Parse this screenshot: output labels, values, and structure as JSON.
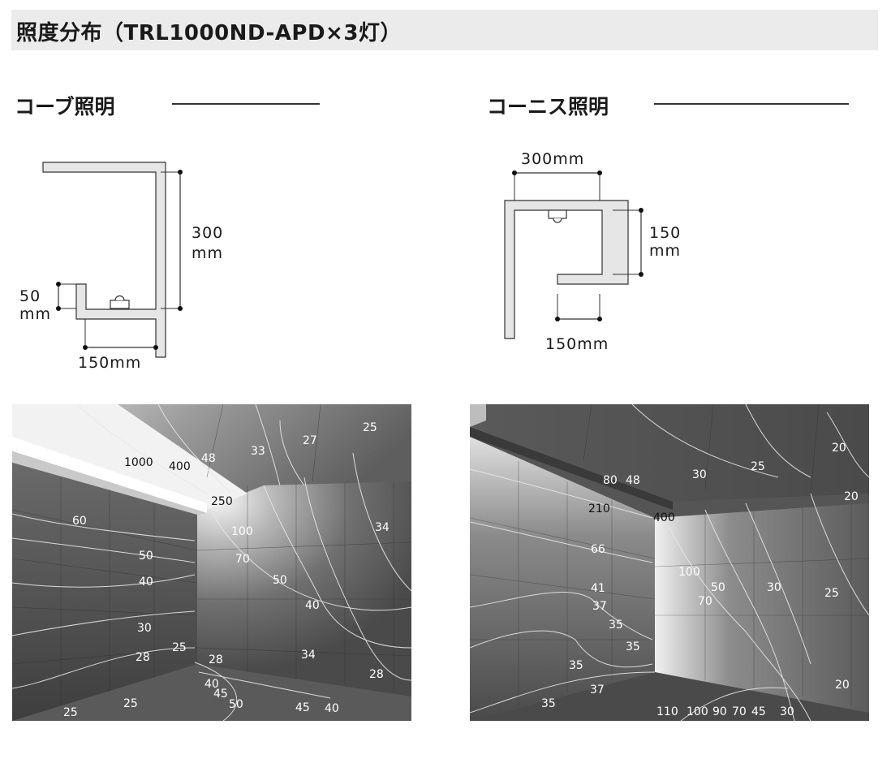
{
  "page": {
    "title": "照度分布（TRL1000ND-APD×3灯）"
  },
  "cove": {
    "heading": "コーブ照明",
    "dim_height_value": "300",
    "dim_height_unit": "mm",
    "dim_lip_value": "50",
    "dim_lip_unit": "mm",
    "dim_width": "150mm",
    "isolux_labels": {
      "l1000": "1000",
      "l400": "400",
      "l48": "48",
      "l33": "33",
      "l27": "27",
      "l25a": "25",
      "l250": "250",
      "l60": "60",
      "l100": "100",
      "l34a": "34",
      "l50a": "50",
      "l70": "70",
      "l40a": "40",
      "l50b": "50",
      "l40b": "40",
      "l30": "30",
      "l28a": "28",
      "l25b": "25",
      "l28b": "28",
      "l34b": "34",
      "l28c": "28",
      "l40c": "40",
      "l45a": "45",
      "l25c": "25",
      "l50c": "50",
      "l45b": "45",
      "l40d": "40",
      "l25d": "25"
    }
  },
  "cornice": {
    "heading": "コーニス照明",
    "dim_top": "300mm",
    "dim_height_value": "150",
    "dim_height_unit": "mm",
    "dim_bottom": "150mm",
    "isolux_labels": {
      "l20a": "20",
      "l25a": "25",
      "l30a": "30",
      "l80": "80",
      "l48": "48",
      "l20b": "20",
      "l210": "210",
      "l400": "400",
      "l66": "66",
      "l100a": "100",
      "l50": "50",
      "l30b": "30",
      "l25b": "25",
      "l41": "41",
      "l70a": "70",
      "l37a": "37",
      "l35a": "35",
      "l35b": "35",
      "l35c": "35",
      "l37b": "37",
      "l20c": "20",
      "l35d": "35",
      "l110": "110",
      "l100b": "100",
      "l90": "90",
      "l70b": "70",
      "l45": "45",
      "l30c": "30"
    }
  }
}
